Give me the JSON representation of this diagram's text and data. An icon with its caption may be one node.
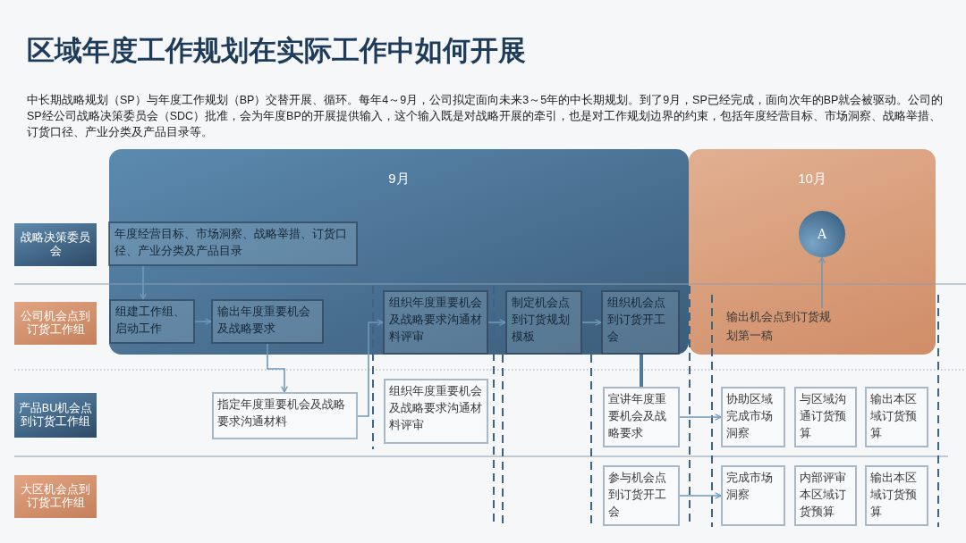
{
  "diagram": {
    "title": "区域年度工作规划在实际工作中如何开展",
    "nodes": [
      {
        "text": [
          "9月"
        ]
      },
      {
        "text": [
          "10月"
        ]
      },
      {
        "text": [
          "战略决策委员会"
        ]
      },
      {
        "text": [
          "公司机会点到订货工作组"
        ]
      },
      {
        "text": [
          "产品BU机会点到订货工作组"
        ]
      },
      {
        "text": [
          "大区机会点到订货工作组"
        ]
      },
      {
        "text": [
          "年度经营目标、市场洞察、战略举措、订货口径、产业分类及产品目录"
        ],
        "in": 0
      },
      {
        "text": [
          "组建工作组、启动工作"
        ],
        "in": 0
      },
      {
        "text": [
          "输出年度重要机会及战略要求"
        ],
        "in": 0
      },
      {
        "text": [
          "组织年度重要机会及战略要求沟通材料评审"
        ],
        "in": 0
      },
      {
        "text": [
          "制定机会点到订货规划模板"
        ],
        "in": 0
      },
      {
        "text": [
          "组织机会点到订货开工会"
        ],
        "in": 0
      },
      {
        "text": [
          "A"
        ],
        "in": 1
      },
      {
        "text": [
          "输出机会点到订货规划第一稿"
        ],
        "in": 1
      },
      {
        "text": [
          "指定年度重要机会及战略要求沟通材料"
        ]
      },
      {
        "text": [
          "组织年度重要机会及战略要求沟通材料评审"
        ]
      },
      {
        "text": [
          "宣讲年度重要机会及战略要求"
        ]
      },
      {
        "text": [
          "协助区域完成市场洞察"
        ]
      },
      {
        "text": [
          "与区域沟通订货预算"
        ]
      },
      {
        "text": [
          "输出本区域订货预算"
        ]
      },
      {
        "text": [
          "参与机会点到订货开工会"
        ]
      },
      {
        "text": [
          "完成市场洞察"
        ]
      },
      {
        "text": [
          "内部评审本区域订货预算"
        ]
      },
      {
        "text": [
          "输出本区域订货预算"
        ]
      }
    ],
    "edges": [
      {
        "from": 6,
        "to": 7,
        "arrow": "to"
      },
      {
        "from": 7,
        "to": 8,
        "arrow": "to"
      },
      {
        "from": 8,
        "to": 14,
        "arrow": "to"
      },
      {
        "from": 14,
        "to": 9,
        "arrow": "to"
      },
      {
        "from": 9,
        "to": 10,
        "arrow": "to"
      },
      {
        "from": 10,
        "to": 11,
        "arrow": "to"
      },
      {
        "from": 11,
        "to": 16,
        "arrow": "none",
        "style": "thick"
      },
      {
        "from": 16,
        "to": 17,
        "arrow": "to"
      },
      {
        "from": 20,
        "to": 21,
        "arrow": "to"
      },
      {
        "from": 13,
        "to": 12,
        "arrow": "to"
      }
    ],
    "labels": [
      "中长期战略规划（SP）与年度工作规划（BP）交替开展、循环。每年4～9月，公司拟定面向未来3～5年的中长期规划。到了9月，SP已经完成，面向次年的BP就会被驱动。公司的SP经公司战略决策委员会（SDC）批准，会为年度BP的开展提供输入，这个输入既是对战略开展的牵引，也是对工作规划边界的约束，包括年度经营目标、市场洞察、战略举措、订货口径、产业分类及产品目录等。"
    ]
  }
}
